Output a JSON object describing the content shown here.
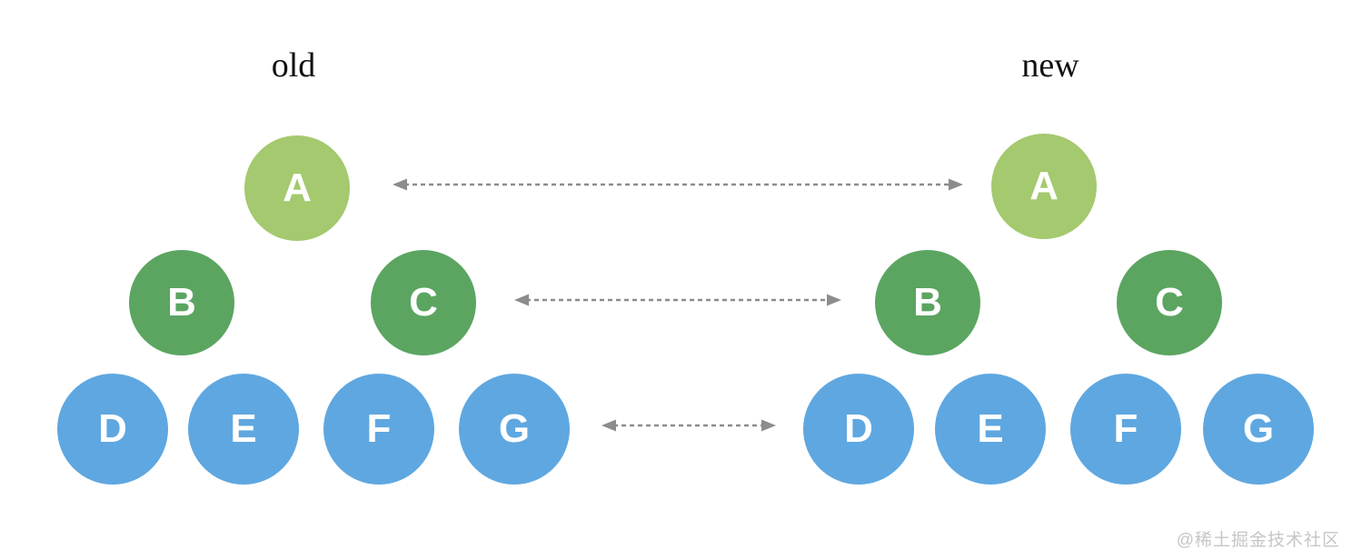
{
  "labels": {
    "old": "old",
    "new": "new"
  },
  "trees": {
    "old": {
      "title": "old",
      "nodes": [
        "A",
        "B",
        "C",
        "D",
        "E",
        "F",
        "G"
      ]
    },
    "new": {
      "title": "new",
      "nodes": [
        "A",
        "B",
        "C",
        "D",
        "E",
        "F",
        "G"
      ]
    }
  },
  "arrows": {
    "root_level": {
      "from": "old.A",
      "to": "new.A",
      "style": "dashed-double-headed"
    },
    "branch_level": {
      "from": "old.C",
      "to": "new.B",
      "style": "dashed-double-headed"
    },
    "leaf_level": {
      "from": "old.G",
      "to": "new.D",
      "style": "dashed-double-headed"
    }
  },
  "watermark": "@稀土掘金技术社区",
  "colors": {
    "root_node_green": "#a4c96e",
    "branch_node_green": "#5ba561",
    "leaf_node_blue": "#5fa7e0",
    "node_text": "#ffffff",
    "arrow_gray": "#8c8c8c",
    "title_text": "#111111",
    "watermark_gray": "#c6c6c6",
    "background": "#ffffff"
  }
}
